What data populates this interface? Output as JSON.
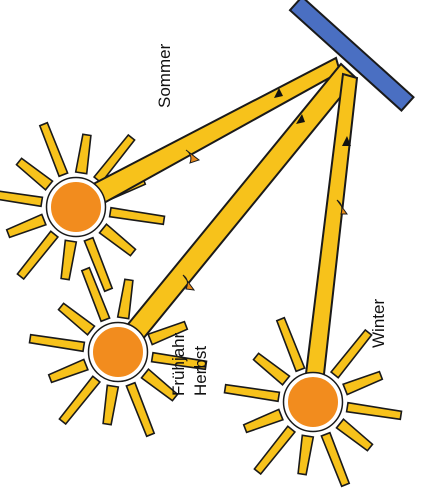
{
  "labels": {
    "summer": "Sommer",
    "spring_autumn_line1": "Frühjahr",
    "spring_autumn_line2": "Herbst",
    "winter": "Winter"
  },
  "colors": {
    "ray": "#F7C21B",
    "ray_outline": "#1a1a1a",
    "sun_core": "#F28C1E",
    "sun_rays": "#F7C21B",
    "angle_mark": "#E8891A",
    "panel": "#4A6FC2"
  },
  "icons": {
    "sun": "sun-icon",
    "panel": "solar-panel",
    "arrow": "arrowhead"
  }
}
